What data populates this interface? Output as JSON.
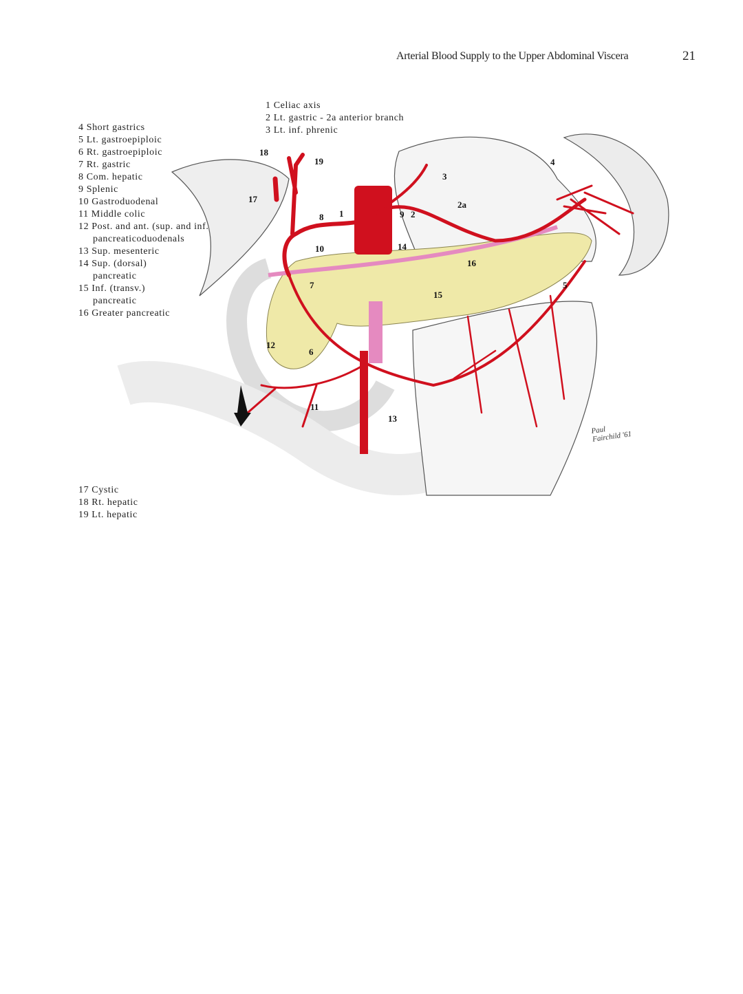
{
  "header": {
    "running_title": "Arterial Blood Supply to the Upper Abdominal Viscera",
    "page_number": "21"
  },
  "legend_top": [
    {
      "text": "1 Celiac axis"
    },
    {
      "text": "2 Lt. gastric - 2a anterior branch"
    },
    {
      "text": "3 Lt. inf. phrenic"
    }
  ],
  "legend_left": [
    {
      "text": "4 Short gastrics"
    },
    {
      "text": "5 Lt. gastroepiploic"
    },
    {
      "text": "6 Rt. gastroepiploic"
    },
    {
      "text": "7 Rt. gastric"
    },
    {
      "text": "8 Com. hepatic"
    },
    {
      "text": "9 Splenic"
    },
    {
      "text": "10 Gastroduodenal"
    },
    {
      "text": "11 Middle colic"
    },
    {
      "text": "12 Post. and ant. (sup. and inf.)"
    },
    {
      "text": "pancreaticoduodenals"
    },
    {
      "text": "13 Sup. mesenteric"
    },
    {
      "text": "14 Sup. (dorsal)"
    },
    {
      "text": "pancreatic"
    },
    {
      "text": "15 Inf. (transv.)"
    },
    {
      "text": "pancreatic"
    },
    {
      "text": "16 Greater pancreatic"
    }
  ],
  "legend_bottom": [
    {
      "text": "17 Cystic"
    },
    {
      "text": "18 Rt. hepatic"
    },
    {
      "text": "19 Lt. hepatic"
    }
  ],
  "figure": {
    "labels": {
      "l1": "1",
      "l2": "2",
      "l2a": "2a",
      "l3": "3",
      "l4": "4",
      "l5": "5",
      "l6": "6",
      "l7": "7",
      "l8": "8",
      "l9": "9",
      "l10": "10",
      "l11": "11",
      "l12": "12",
      "l13": "13",
      "l14": "14",
      "l15": "15",
      "l16": "16",
      "l17": "17",
      "l18": "18",
      "l19": "19"
    },
    "signature": "Paul Fairchild '61",
    "colors": {
      "artery": "#d0101e",
      "pancreas": "#efe9a8",
      "pink": "#e58ac0"
    }
  }
}
